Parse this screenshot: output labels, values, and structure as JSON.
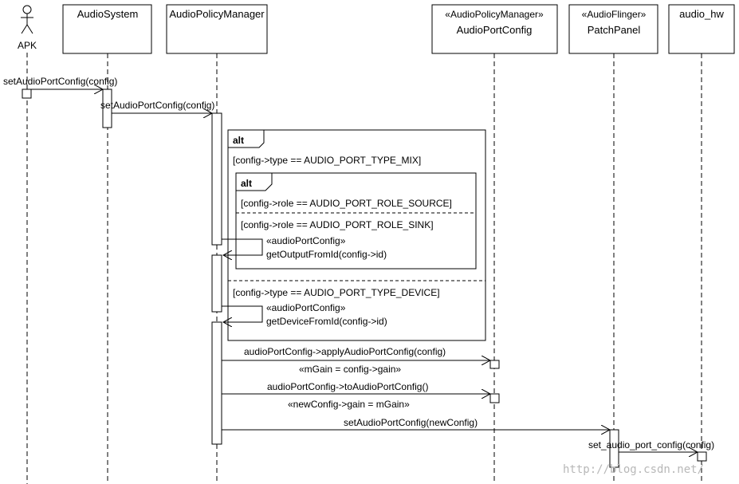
{
  "actor": {
    "name": "APK"
  },
  "participants": [
    {
      "id": "audiosystem",
      "name": "AudioSystem",
      "stereotype": ""
    },
    {
      "id": "apm",
      "name": "AudioPolicyManager",
      "stereotype": ""
    },
    {
      "id": "apc",
      "name": "AudioPortConfig",
      "stereotype": "«AudioPolicyManager»"
    },
    {
      "id": "patchpanel",
      "name": "PatchPanel",
      "stereotype": "«AudioFlinger»"
    },
    {
      "id": "audio_hw",
      "name": "audio_hw",
      "stereotype": ""
    }
  ],
  "messages": {
    "m1": "setAudioPortConfig(config)",
    "m2": "setAudioPortConfig(config)",
    "m3_stereo": "«audioPortConfig»",
    "m3": "getOutputFromId(config->id)",
    "m4_stereo": "«audioPortConfig»",
    "m4": "getDeviceFromId(config->id)",
    "m5": "audioPortConfig->applyAudioPortConfig(config)",
    "m5_note": "«mGain = config->gain»",
    "m6": "audioPortConfig->toAudioPortConfig()",
    "m6_note": "«newConfig->gain = mGain»",
    "m7": "setAudioPortConfig(newConfig)",
    "m8": "set_audio_port_config(config)"
  },
  "frames": {
    "outer_kw": "alt",
    "outer_guard1": "[config->type == AUDIO_PORT_TYPE_MIX]",
    "outer_guard2": "[config->type == AUDIO_PORT_TYPE_DEVICE]",
    "inner_kw": "alt",
    "inner_guard1": "[config->role == AUDIO_PORT_ROLE_SOURCE]",
    "inner_guard2": "[config->role == AUDIO_PORT_ROLE_SINK]"
  },
  "watermark": "http://blog.csdn.net/"
}
